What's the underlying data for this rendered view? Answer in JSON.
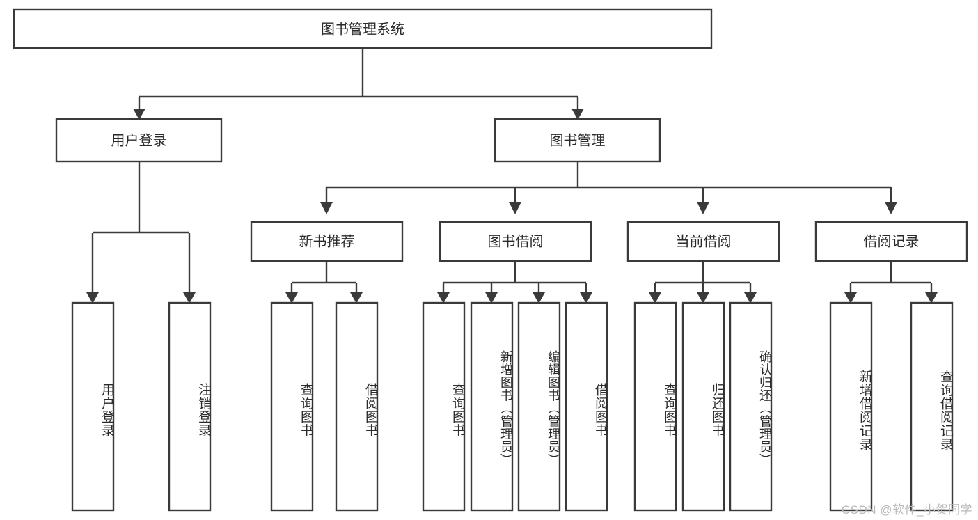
{
  "diagram": {
    "type": "tree",
    "title": "图书管理系统",
    "watermark": "CSDN @软件_小贺同学",
    "colors": {
      "stroke": "#3a3a3a",
      "fill": "#ffffff",
      "text": "#2b2b2b",
      "watermark": "#b9b9b9",
      "background": "#ffffff"
    },
    "nodes": {
      "root": {
        "label": "图书管理系统"
      },
      "level2": [
        {
          "id": "user-login",
          "label": "用户登录"
        },
        {
          "id": "book-manage",
          "label": "图书管理"
        }
      ],
      "level3": [
        {
          "id": "new-book-recommend",
          "label": "新书推荐"
        },
        {
          "id": "book-borrow",
          "label": "图书借阅"
        },
        {
          "id": "current-borrow",
          "label": "当前借阅"
        },
        {
          "id": "borrow-record",
          "label": "借阅记录"
        }
      ],
      "leaves": {
        "user-login": [
          {
            "id": "leaf-user-login",
            "label": "用户登录"
          },
          {
            "id": "leaf-logout-login",
            "label": "注销登录"
          }
        ],
        "new-book-recommend": [
          {
            "id": "leaf-query-book-1",
            "label": "查询图书"
          },
          {
            "id": "leaf-borrow-book-1",
            "label": "借阅图书"
          }
        ],
        "book-borrow": [
          {
            "id": "leaf-query-book-2",
            "label": "查询图书"
          },
          {
            "id": "leaf-add-book-admin",
            "label": "新增图书（管理员）"
          },
          {
            "id": "leaf-edit-book-admin",
            "label": "编辑图书（管理员）"
          },
          {
            "id": "leaf-borrow-book-2",
            "label": "借阅图书"
          }
        ],
        "current-borrow": [
          {
            "id": "leaf-query-book-3",
            "label": "查询图书"
          },
          {
            "id": "leaf-return-book",
            "label": "归还图书"
          },
          {
            "id": "leaf-confirm-return-admin",
            "label": "确认归还（管理员）"
          }
        ],
        "borrow-record": [
          {
            "id": "leaf-add-borrow-record",
            "label": "新增借阅记录"
          },
          {
            "id": "leaf-query-borrow-record",
            "label": "查询借阅记录"
          }
        ]
      }
    }
  }
}
